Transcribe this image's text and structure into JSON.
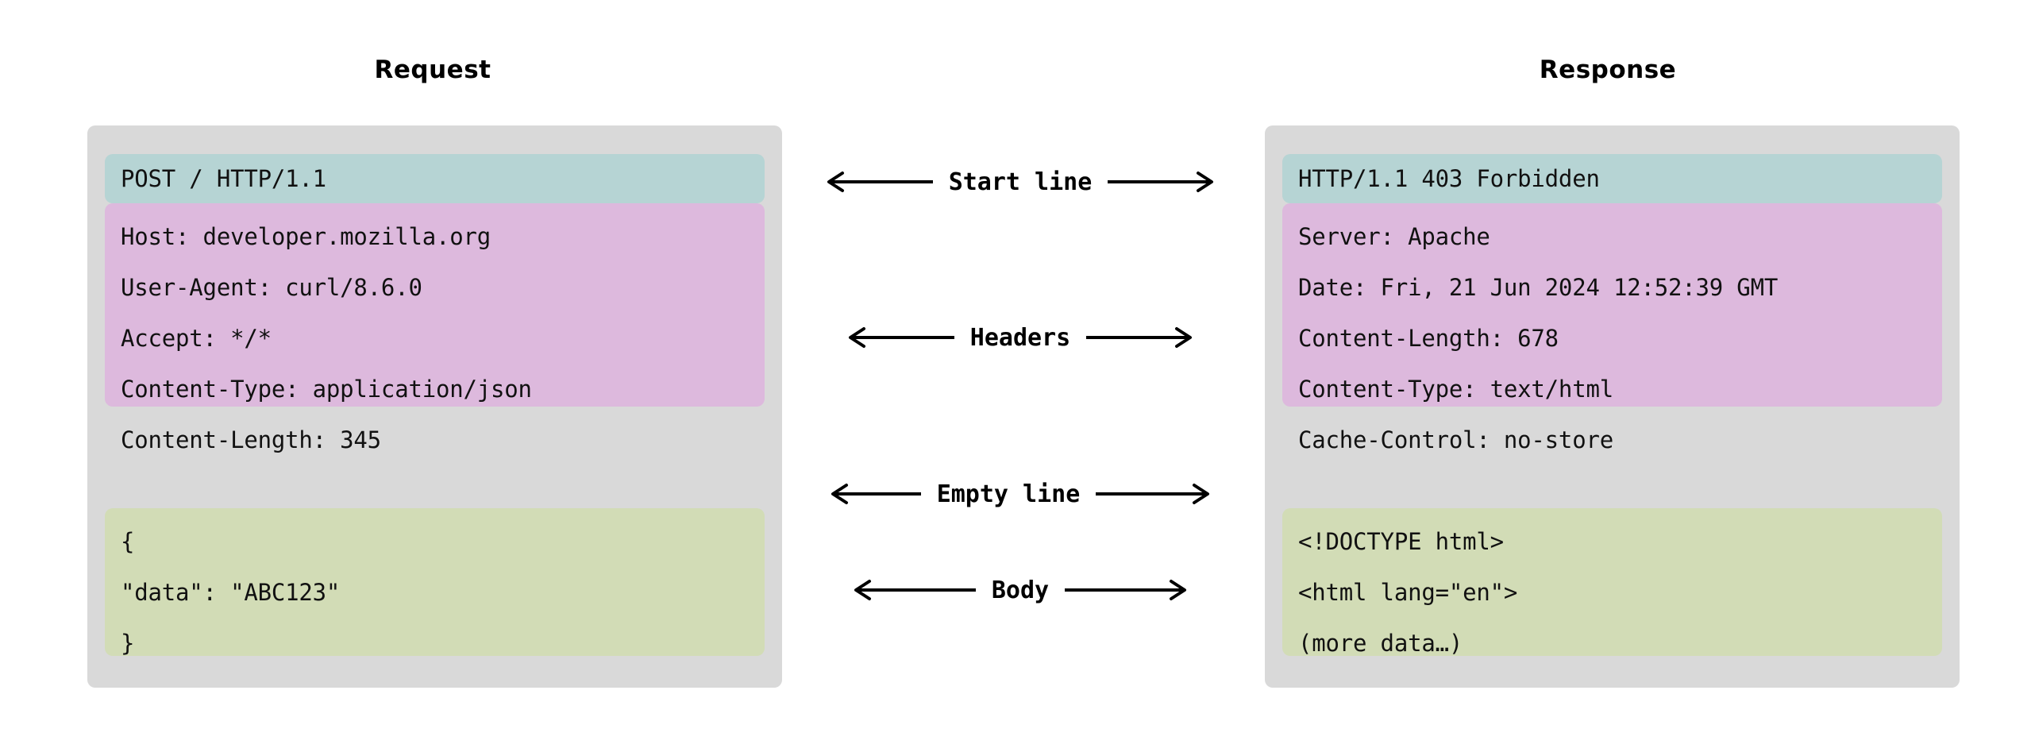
{
  "columns": {
    "request_title": "Request",
    "response_title": "Response"
  },
  "request": {
    "start_line": [
      "POST / HTTP/1.1"
    ],
    "headers": [
      "Host: developer.mozilla.org",
      "User-Agent: curl/8.6.0",
      "Accept: */*",
      "Content-Type: application/json",
      "Content-Length: 345"
    ],
    "body": [
      "{",
      "\"data\": \"ABC123\"",
      "}"
    ]
  },
  "response": {
    "start_line": [
      "HTTP/1.1 403 Forbidden"
    ],
    "headers": [
      "Server: Apache",
      "Date: Fri, 21 Jun 2024 12:52:39 GMT",
      "Content-Length: 678",
      "Content-Type: text/html",
      "Cache-Control: no-store"
    ],
    "body": [
      "<!DOCTYPE html>",
      "<html lang=\"en\">",
      "(more data…)"
    ]
  },
  "annotations": {
    "start_line": "Start line",
    "headers": "Headers",
    "empty_line": "Empty line",
    "body": "Body"
  },
  "colors": {
    "panel_background": "#d9d9d9",
    "start_line_block": "#b6d4d4",
    "headers_block": "#ddb9dd",
    "body_block": "#d2dcb6",
    "text": "#111111",
    "arrow": "#000000",
    "page_background": "#ffffff"
  }
}
